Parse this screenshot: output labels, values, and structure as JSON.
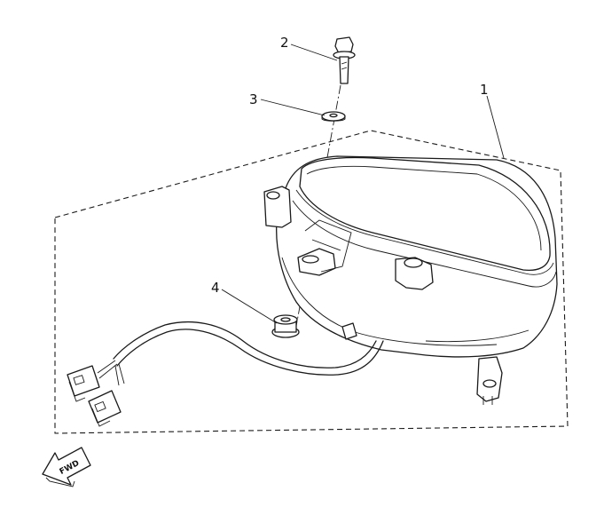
{
  "callouts": [
    {
      "id": "1",
      "text": "1"
    },
    {
      "id": "2",
      "text": "2"
    },
    {
      "id": "3",
      "text": "3"
    },
    {
      "id": "4",
      "text": "4"
    }
  ],
  "fwd_label": "FWD",
  "colors": {
    "ink": "#1a1a1a",
    "background": "#ffffff"
  },
  "parts": [
    {
      "callout": "1",
      "icon": "speedometer-assembly"
    },
    {
      "callout": "2",
      "icon": "flange-bolt"
    },
    {
      "callout": "3",
      "icon": "washer"
    },
    {
      "callout": "4",
      "icon": "rubber-grommet"
    }
  ]
}
